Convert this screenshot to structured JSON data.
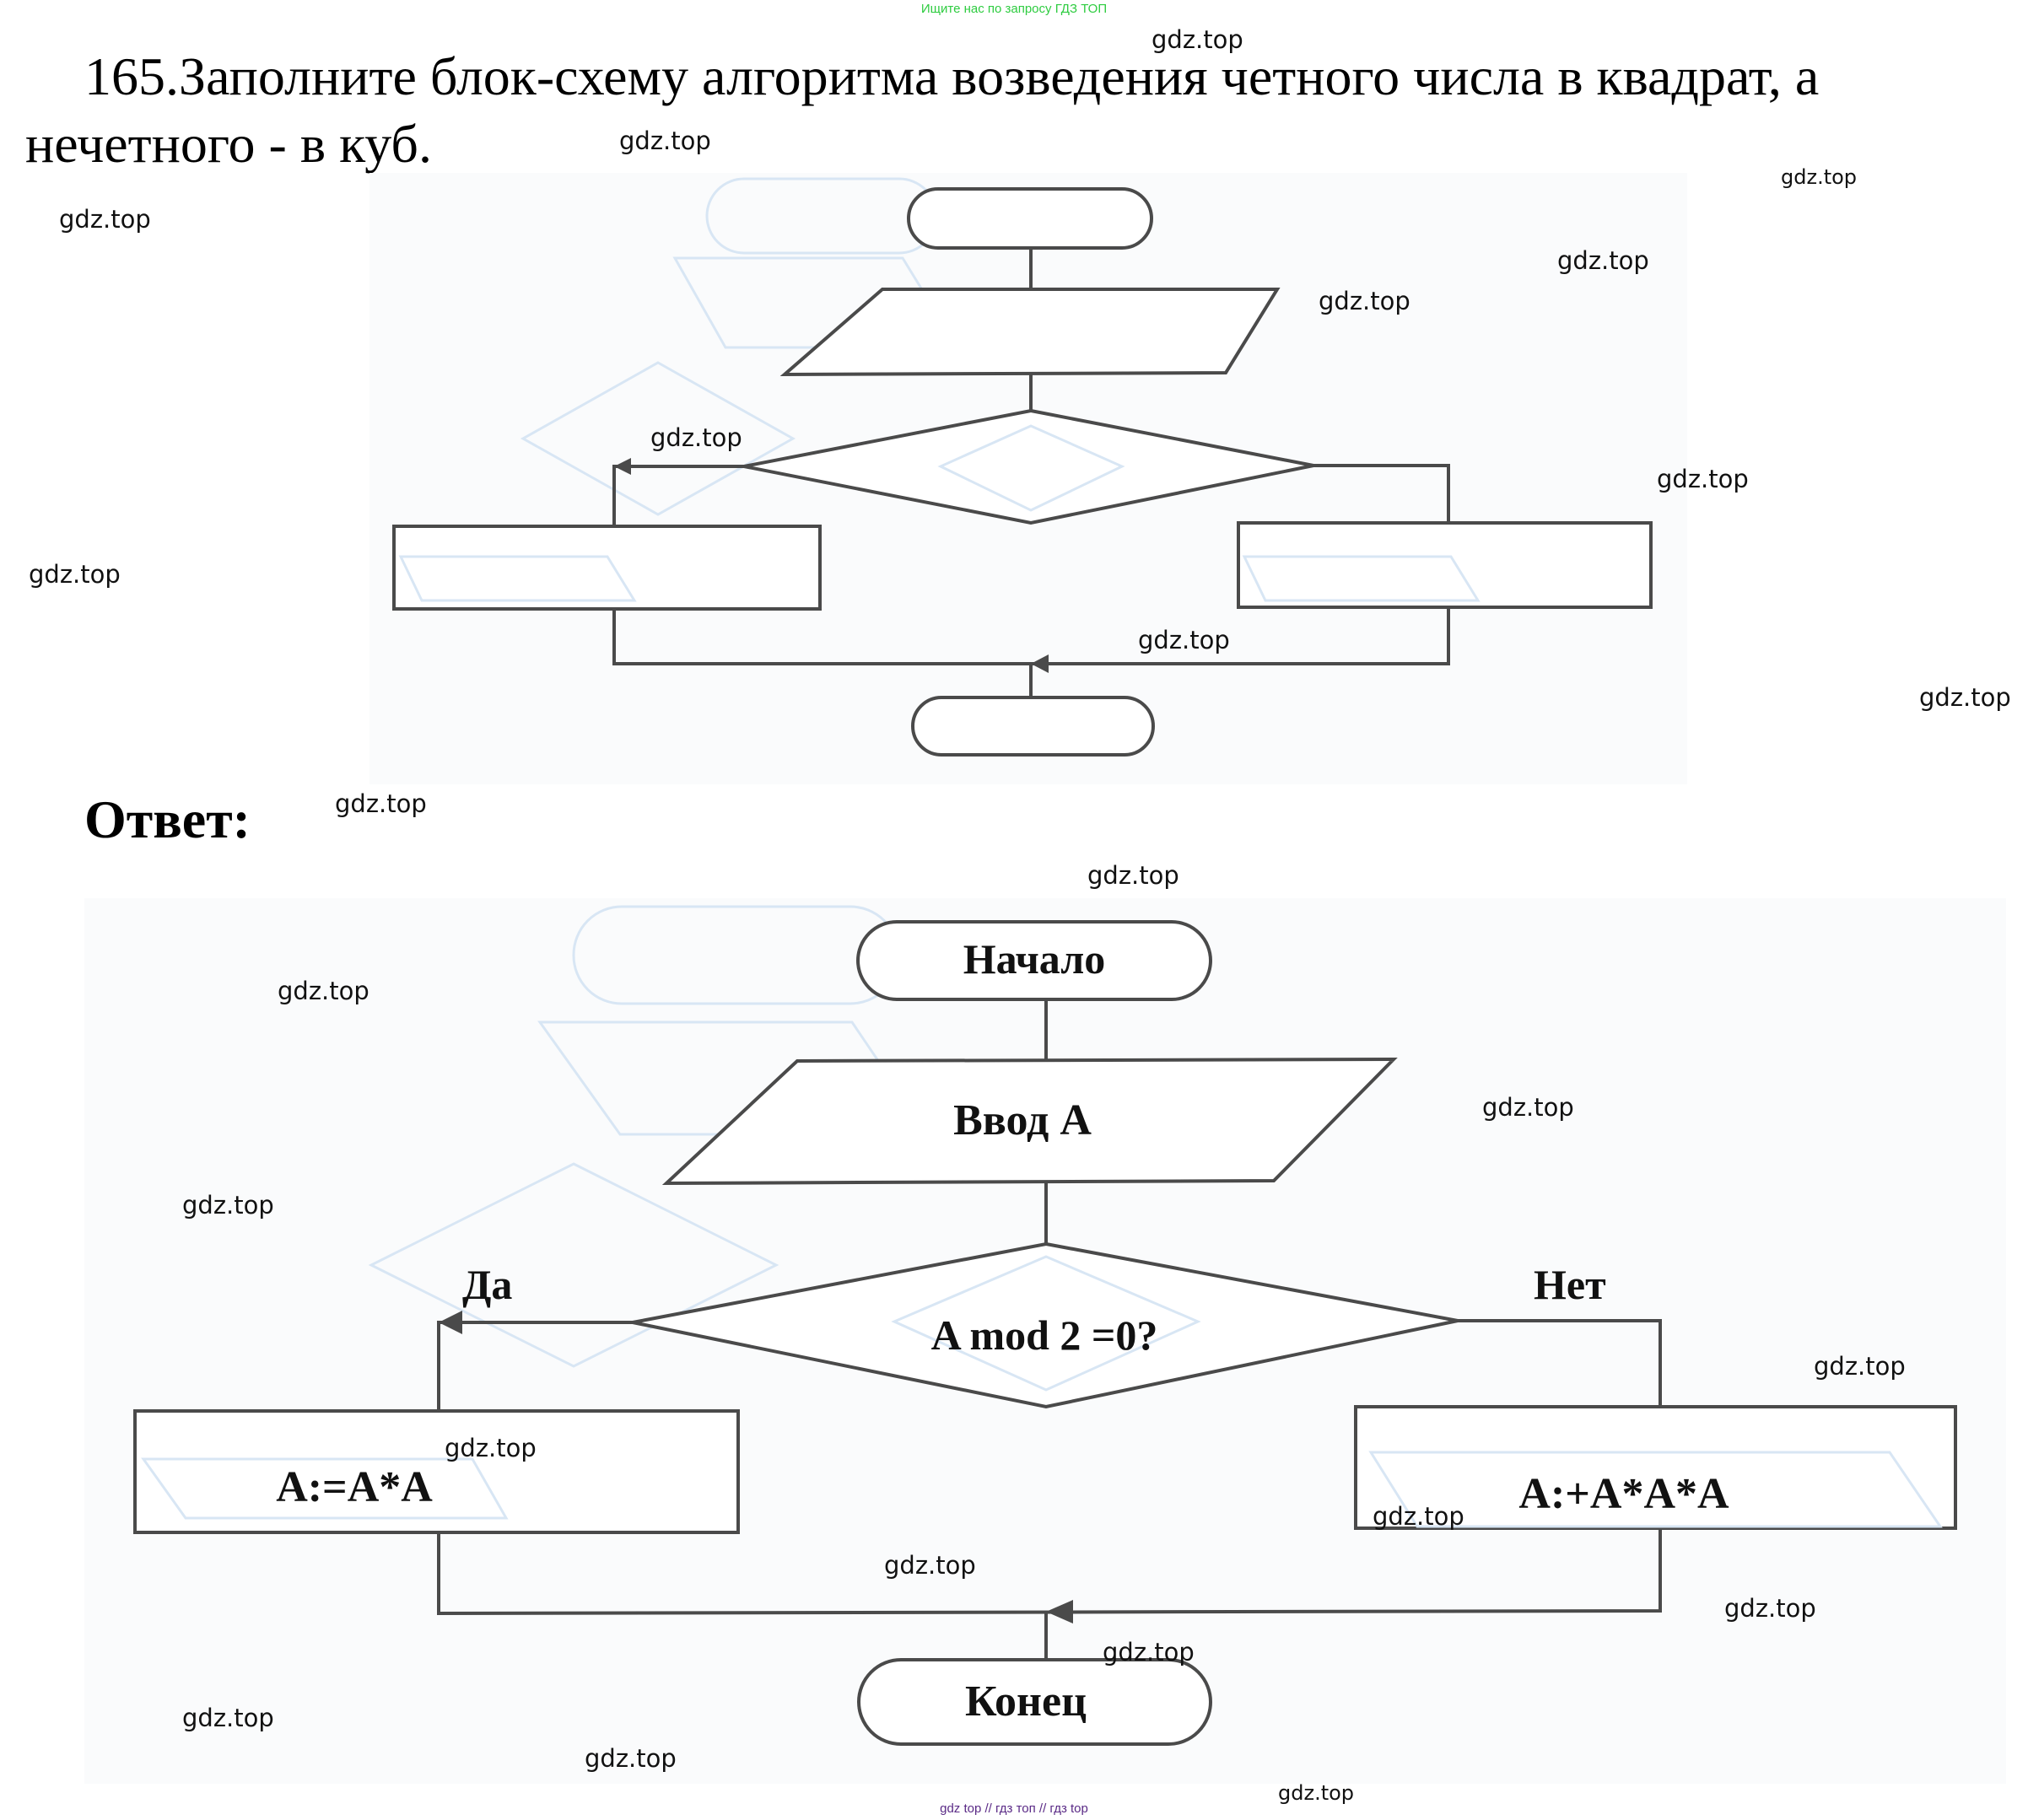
{
  "banner": {
    "text": "Ищите нас по запросу ГДЗ ТОП"
  },
  "task": {
    "line1": "165.Заполните блок-схему алгоритма возведения четного числа в квадрат, а",
    "line2": "нечетного - в куб."
  },
  "answer": {
    "label": "Ответ:"
  },
  "blank_flowchart": {
    "blocks": [
      "start",
      "input",
      "condition",
      "yes-process",
      "no-process",
      "end"
    ]
  },
  "answer_flowchart": {
    "start": "Начало",
    "input": "Ввод A",
    "condition": "A mod 2 =0?",
    "yes_label": "Да",
    "no_label": "Нет",
    "yes_process": "A:=A*A",
    "no_process": "A:+A*A*A",
    "end": "Конец"
  },
  "watermarks": [
    "gdz.top",
    "gdz.top",
    "gdz.top",
    "gdz.top",
    "gdz.top",
    "gdz.top",
    "gdz.top",
    "gdz.top",
    "gdz.top",
    "gdz.top",
    "gdz.top",
    "gdz.top",
    "gdz.top",
    "gdz.top",
    "gdz.top",
    "gdz.top",
    "gdz.top",
    "gdz.top",
    "gdz.top",
    "gdz.top",
    "gdz.top",
    "gdz.top",
    "gdz.top",
    "gdz.top",
    "gdz.top"
  ],
  "footer": {
    "text": "gdz top  //  гдз топ  //  гдз top"
  }
}
